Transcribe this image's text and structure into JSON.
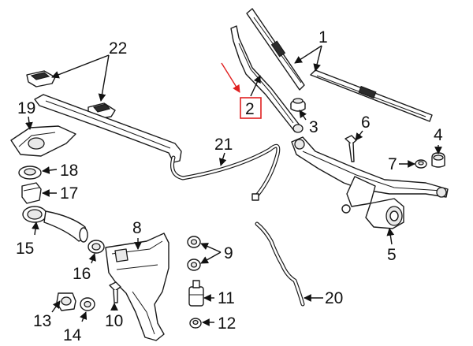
{
  "diagram": {
    "callouts": {
      "c1": "1",
      "c2": "2",
      "c3": "3",
      "c4": "4",
      "c5": "5",
      "c6": "6",
      "c7": "7",
      "c8": "8",
      "c9": "9",
      "c10": "10",
      "c11": "11",
      "c12": "12",
      "c13": "13",
      "c14": "14",
      "c15": "15",
      "c16": "16",
      "c17": "17",
      "c18": "18",
      "c19": "19",
      "c20": "20",
      "c21": "21",
      "c22": "22"
    },
    "highlighted_callout": "2",
    "colors": {
      "line": "#1a1a1a",
      "highlight": "#e02020",
      "background": "#ffffff"
    }
  }
}
